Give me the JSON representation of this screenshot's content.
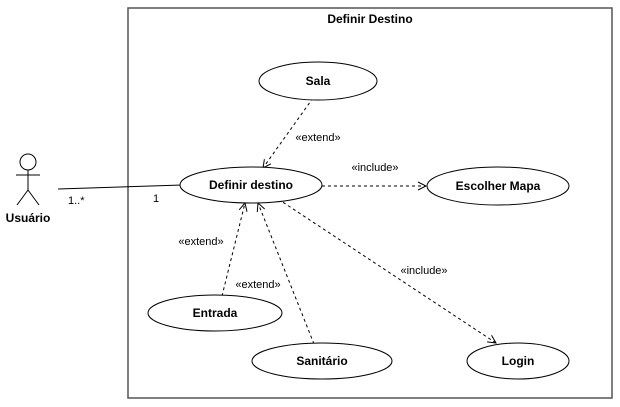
{
  "system": {
    "title": "Definir Destino"
  },
  "actor": {
    "name": "Usuário"
  },
  "association": {
    "actor_multiplicity": "1..*",
    "usecase_multiplicity": "1"
  },
  "usecases": {
    "sala": "Sala",
    "definir_destino": "Definir destino",
    "escolher_mapa": "Escolher Mapa",
    "entrada": "Entrada",
    "sanitario": "Sanitário",
    "login": "Login"
  },
  "relations": {
    "sala_extend": "«extend»",
    "escolher_mapa_include": "«include»",
    "entrada_extend": "«extend»",
    "sanitario_extend": "«extend»",
    "login_include": "«include»"
  }
}
